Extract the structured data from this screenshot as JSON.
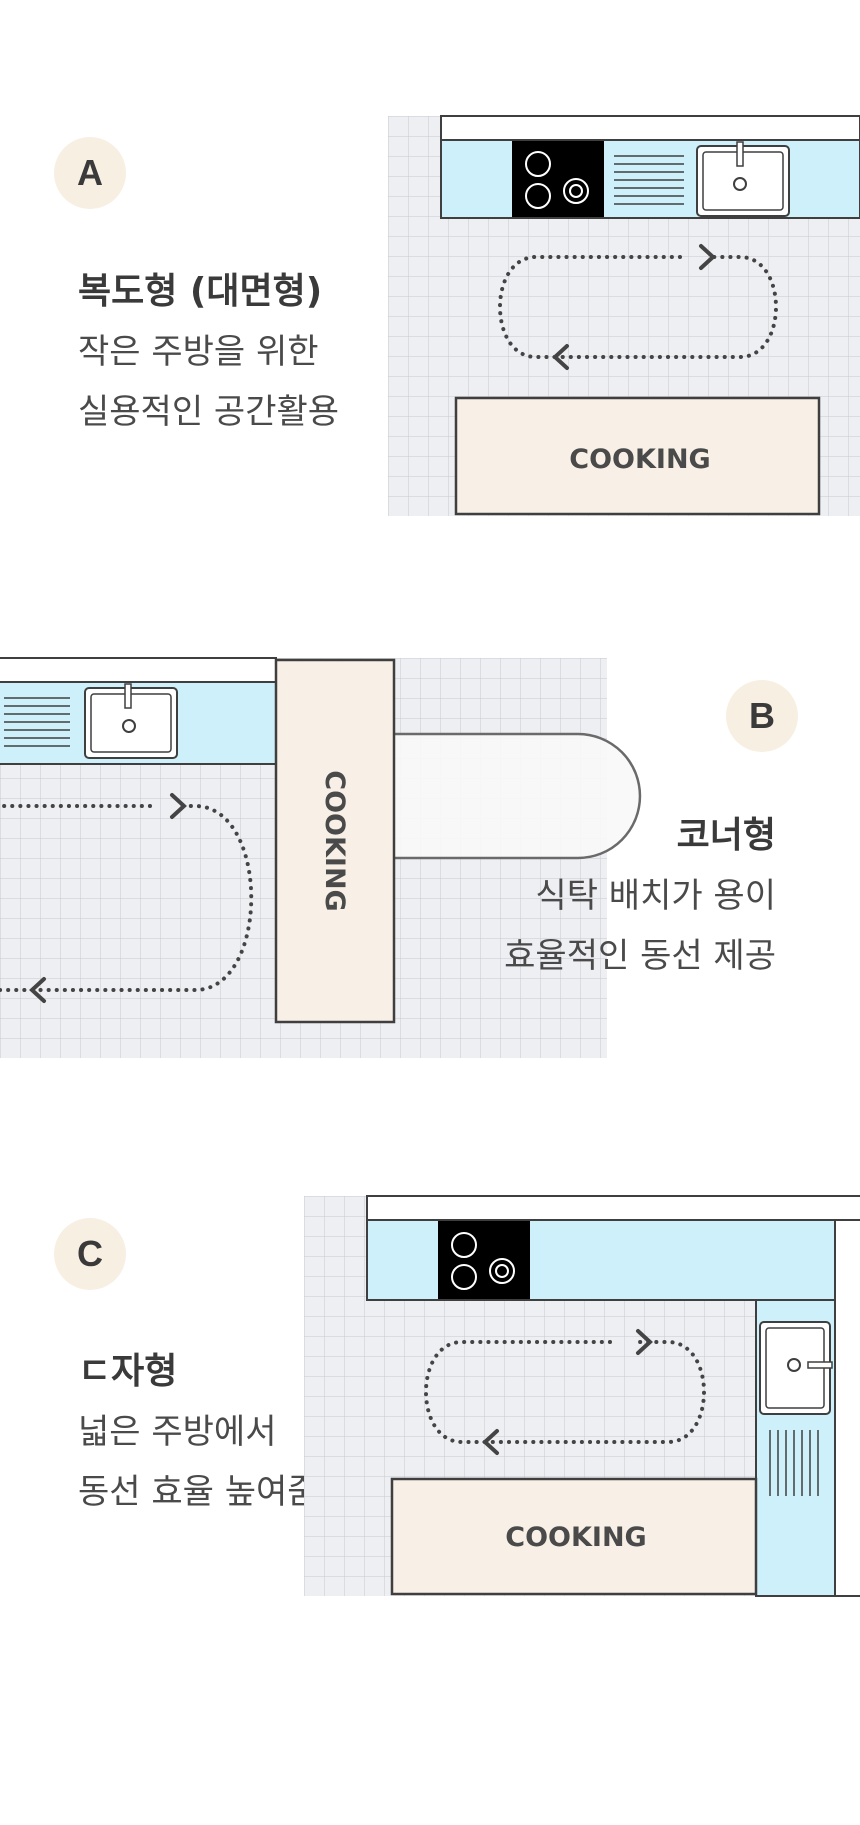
{
  "colors": {
    "badge_bg": "#f8efe3",
    "grid_bg": "#eeeff3",
    "counter_blue": "#cdf0fb",
    "cooking_box": "#f8f0e6",
    "outline": "#3f3f3f"
  },
  "sections": [
    {
      "badge": "A",
      "title": "복도형 (대면형)",
      "lines": [
        "작은 주방을 위한",
        "실용적인 공간활용"
      ],
      "cooking_label": "COOKING"
    },
    {
      "badge": "B",
      "title": "코너형",
      "lines": [
        "식탁 배치가 용이",
        "효율적인 동선 제공"
      ],
      "cooking_label": "COOKING"
    },
    {
      "badge": "C",
      "title": "ㄷ자형",
      "lines": [
        "넓은 주방에서",
        "동선 효율 높여줌"
      ],
      "cooking_label": "COOKING"
    }
  ],
  "icons": [
    "stove-icon",
    "sink-icon",
    "dish-rack-icon",
    "flow-arrow-icon"
  ]
}
